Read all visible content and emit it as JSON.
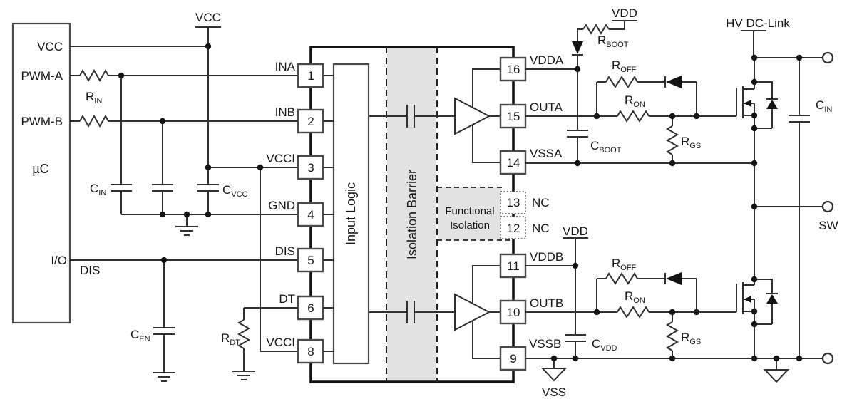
{
  "mcu": {
    "label": "µC",
    "pin_vcc": "VCC",
    "pin_pwma": "PWM-A",
    "pin_pwmb": "PWM-B",
    "pin_io": "I/O",
    "net_dis": "DIS"
  },
  "rails": {
    "vcc": "VCC",
    "vdd_a": "VDD",
    "vdd_b": "VDD",
    "hv_dc_link": "HV DC-Link",
    "vss": "VSS",
    "sw": "SW"
  },
  "ic": {
    "input_logic": "Input Logic",
    "isolation_barrier": "Isolation Barrier",
    "functional_isolation": {
      "line1": "Functional",
      "line2": "Isolation"
    },
    "left_pins": [
      {
        "num": "1",
        "label": "INA"
      },
      {
        "num": "2",
        "label": "INB"
      },
      {
        "num": "3",
        "label": "VCCI"
      },
      {
        "num": "4",
        "label": "GND"
      },
      {
        "num": "5",
        "label": "DIS"
      },
      {
        "num": "6",
        "label": "DT"
      },
      {
        "num": "8",
        "label": "VCCI"
      }
    ],
    "right_pins": [
      {
        "num": "16",
        "label": "VDDA"
      },
      {
        "num": "15",
        "label": "OUTA"
      },
      {
        "num": "14",
        "label": "VSSA"
      },
      {
        "num": "13",
        "label": "NC"
      },
      {
        "num": "12",
        "label": "NC"
      },
      {
        "num": "11",
        "label": "VDDB"
      },
      {
        "num": "10",
        "label": "OUTB"
      },
      {
        "num": "9",
        "label": "VSSB"
      }
    ]
  },
  "components": {
    "r_in": {
      "sym": "R",
      "sub": "IN"
    },
    "c_in_left": {
      "sym": "C",
      "sub": "IN"
    },
    "c_vcc": {
      "sym": "C",
      "sub": "VCC"
    },
    "c_en": {
      "sym": "C",
      "sub": "EN"
    },
    "r_dt": {
      "sym": "R",
      "sub": "DT"
    },
    "r_boot": {
      "sym": "R",
      "sub": "BOOT"
    },
    "c_boot": {
      "sym": "C",
      "sub": "BOOT"
    },
    "r_off_a": {
      "sym": "R",
      "sub": "OFF"
    },
    "r_on_a": {
      "sym": "R",
      "sub": "ON"
    },
    "r_gs_a": {
      "sym": "R",
      "sub": "GS"
    },
    "r_off_b": {
      "sym": "R",
      "sub": "OFF"
    },
    "r_on_b": {
      "sym": "R",
      "sub": "ON"
    },
    "r_gs_b": {
      "sym": "R",
      "sub": "GS"
    },
    "c_vdd": {
      "sym": "C",
      "sub": "VDD"
    },
    "c_in_right": {
      "sym": "C",
      "sub": "IN"
    }
  },
  "colors": {
    "wire": "#303030",
    "ic_border": "#141414",
    "barrier_fill": "#e2e2e2",
    "text": "#161616",
    "background": "#ffffff"
  }
}
